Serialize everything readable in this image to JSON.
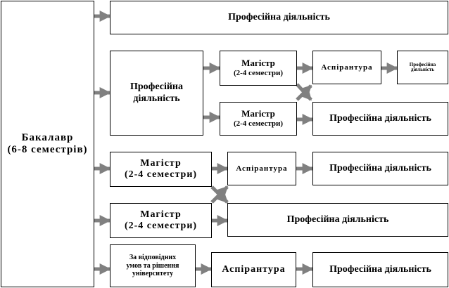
{
  "bachelor": {
    "line1": "Бакалавр",
    "line2": "(6-8 семестрів)"
  },
  "row1": {
    "prof": "Професійна діяльність"
  },
  "row2": {
    "prof_line1": "Професійна",
    "prof_line2": "діяльність",
    "master_top_line1": "Магістр",
    "master_top_line2": "(2-4 семестри)",
    "master_bottom_line1": "Магістр",
    "master_bottom_line2": "(2-4 семестри)",
    "aspirantura": "Аспірантура",
    "small_prof_line1": "Професійна",
    "small_prof_line2": "діяльність",
    "prof_right": "Професійна діяльність"
  },
  "row3": {
    "master_top_line1": "Магістр",
    "master_top_line2": "(2-4 семестри)",
    "aspirantura": "Аспірантура",
    "prof_top": "Професійна діяльність",
    "master_bottom_line1": "Магістр",
    "master_bottom_line2": "(2-4 семестри)",
    "prof_bottom": "Професійна діяльність"
  },
  "row4": {
    "condition_line1": "За відповідних",
    "condition_line2": "умов та рішення",
    "condition_line3": "університету",
    "aspirantura": "Аспірантура",
    "prof": "Професійна діяльність"
  },
  "colors": {
    "arrow": "#808080",
    "border": "#000000",
    "background": "#ffffff"
  }
}
